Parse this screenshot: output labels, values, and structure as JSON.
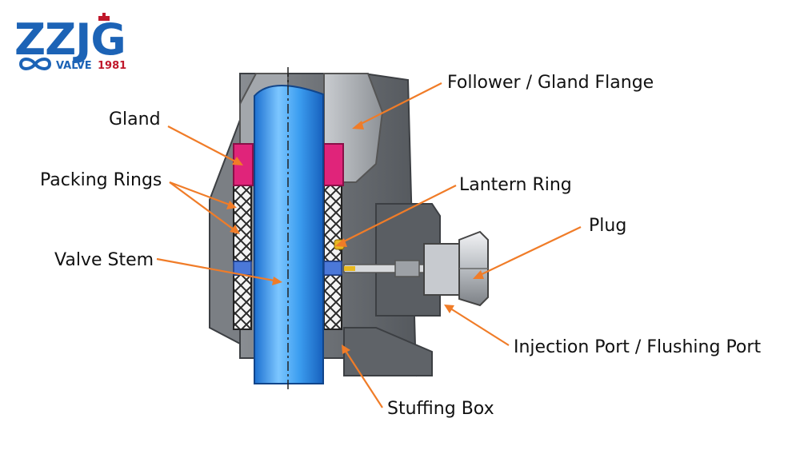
{
  "logo": {
    "main": "ZZJG",
    "sub_brand": "VALVE",
    "sub_year": "1981"
  },
  "labels": {
    "follower_gland_flange": "Follower / Gland Flange",
    "gland": "Gland",
    "packing_rings": "Packing Rings",
    "lantern_ring": "Lantern Ring",
    "plug": "Plug",
    "valve_stem": "Valve Stem",
    "injection_port": "Injection Port / Flushing Port",
    "stuffing_box": "Stuffing Box"
  },
  "colors": {
    "leader": "#f07c28",
    "stem": "#2f8fe8",
    "gland": "#e0247a",
    "body": "#6f7378",
    "lantern": "#e8b820",
    "logo_blue": "#1c63b6",
    "logo_red": "#c0182b"
  }
}
